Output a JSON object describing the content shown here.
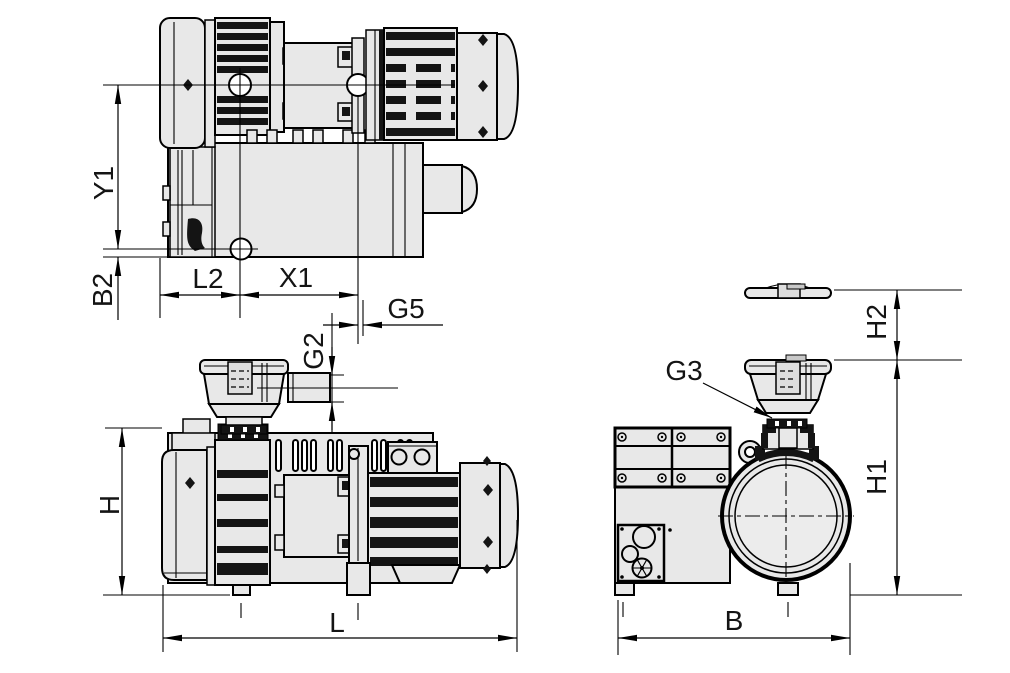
{
  "drawing": {
    "type": "vacuum-pump-dimensional-drawing",
    "colors": {
      "background": "#ffffff",
      "line": "#000000",
      "body_fill": "#e8e8e8",
      "dark_fill": "#141414"
    },
    "dimensions": {
      "y1": "Y1",
      "b2": "B2",
      "l2": "L2",
      "x1": "X1",
      "g5": "G5",
      "g2": "G2",
      "h": "H",
      "l": "L",
      "g3": "G3",
      "h2": "H2",
      "h1": "H1",
      "b": "B"
    }
  }
}
